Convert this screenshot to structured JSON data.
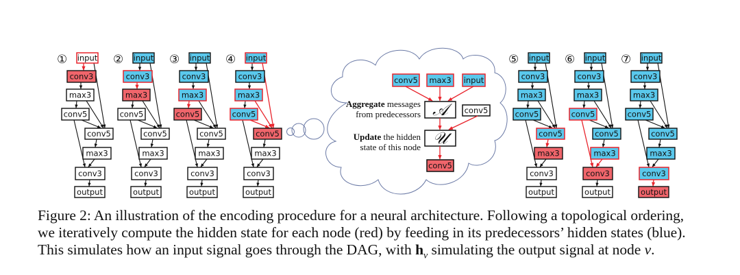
{
  "colors": {
    "red": "#f0656b",
    "blue": "#5ac8ec",
    "white": "#ffffff",
    "edge_black": "#111111",
    "edge_red": "#e8242c",
    "cloud_stroke": "#6b7aa6"
  },
  "graph": {
    "nodes": [
      {
        "id": "n0",
        "label": "input"
      },
      {
        "id": "n1",
        "label": "conv3"
      },
      {
        "id": "n2",
        "label": "max3"
      },
      {
        "id": "n3",
        "label": "conv5"
      },
      {
        "id": "n4",
        "label": "conv5"
      },
      {
        "id": "n5",
        "label": "max3"
      },
      {
        "id": "n6",
        "label": "conv3"
      },
      {
        "id": "n7",
        "label": "output"
      }
    ],
    "edges": [
      [
        "n0",
        "n1"
      ],
      [
        "n0",
        "n4"
      ],
      [
        "n1",
        "n2"
      ],
      [
        "n2",
        "n3"
      ],
      [
        "n2",
        "n4"
      ],
      [
        "n3",
        "n4"
      ],
      [
        "n3",
        "n6"
      ],
      [
        "n4",
        "n5"
      ],
      [
        "n5",
        "n6"
      ],
      [
        "n6",
        "n7"
      ]
    ]
  },
  "steps": [
    {
      "number": "①",
      "current": "n1",
      "done": [],
      "predecessors": [
        "n0"
      ]
    },
    {
      "number": "②",
      "current": "n2",
      "done": [
        "n0",
        "n1"
      ],
      "predecessors": [
        "n1"
      ]
    },
    {
      "number": "③",
      "current": "n3",
      "done": [
        "n0",
        "n1",
        "n2"
      ],
      "predecessors": [
        "n2"
      ]
    },
    {
      "number": "④",
      "current": "n4",
      "done": [
        "n0",
        "n1",
        "n2",
        "n3"
      ],
      "predecessors": [
        "n0",
        "n2",
        "n3"
      ]
    },
    {
      "number": "⑤",
      "current": "n5",
      "done": [
        "n0",
        "n1",
        "n2",
        "n3",
        "n4"
      ],
      "predecessors": [
        "n4"
      ]
    },
    {
      "number": "⑥",
      "current": "n6",
      "done": [
        "n0",
        "n1",
        "n2",
        "n3",
        "n4",
        "n5"
      ],
      "predecessors": [
        "n3",
        "n5"
      ]
    },
    {
      "number": "⑦",
      "current": "n7",
      "done": [
        "n0",
        "n1",
        "n2",
        "n3",
        "n4",
        "n5",
        "n6"
      ],
      "predecessors": [
        "n6"
      ]
    }
  ],
  "cloud": {
    "inputs": [
      "conv5",
      "max3",
      "input"
    ],
    "aggregate_symbol": "𝒜",
    "update_symbol": "𝒰",
    "self_node": "conv5",
    "result_node": "conv5",
    "aggregate_bold": "Aggregate",
    "aggregate_rest": " messages",
    "aggregate_line2": "from predecessors",
    "update_bold": "Update",
    "update_rest": " the hidden",
    "update_line2": "state of this node"
  },
  "caption": {
    "label": "Figure 2:",
    "line1_text": " An illustration of the encoding procedure for a neural architecture. Following a topological ordering,",
    "line2_text": "we iteratively compute the hidden state for each node (red) by feeding in its predecessors’ hidden states (blue).",
    "line3_pre": "This simulates how an input signal goes through the DAG, with ",
    "line3_h": "h",
    "line3_sub": "v",
    "line3_mid": " simulating the output signal at node ",
    "line3_v": "v",
    "line3_end": "."
  }
}
